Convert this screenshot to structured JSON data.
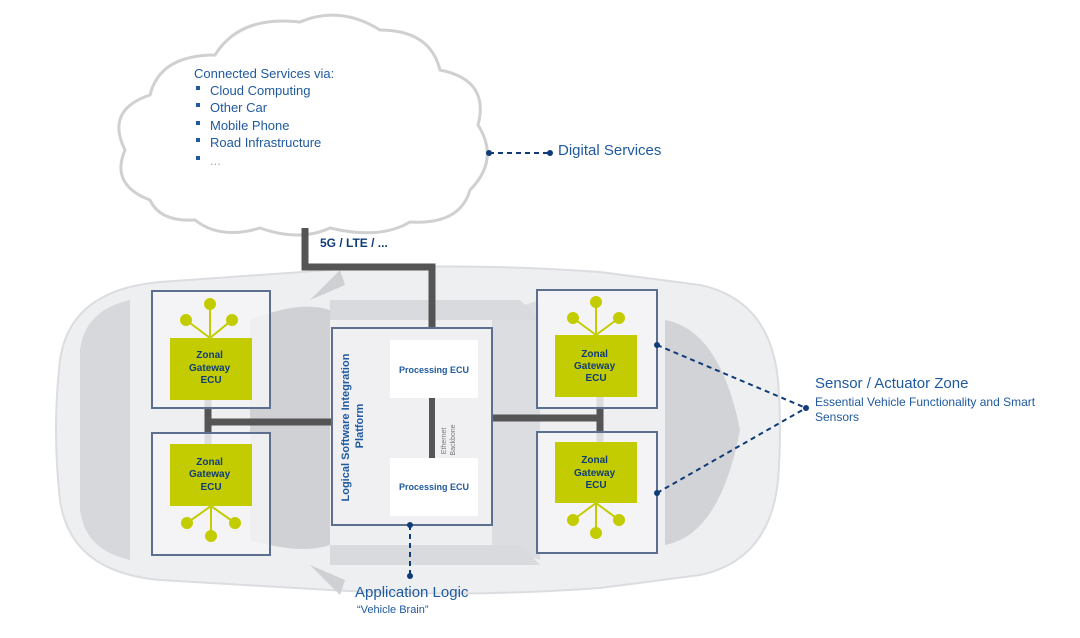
{
  "cloud": {
    "heading": "Connected Services via:",
    "items": [
      "Cloud Computing",
      "Other Car",
      "Mobile Phone",
      "Road Infrastructure",
      "..."
    ]
  },
  "digital_services": "Digital Services",
  "connectivity": "5G / LTE / ...",
  "zones": {
    "front_left": {
      "line1": "Zonal",
      "line2": "Gateway",
      "line3": "ECU"
    },
    "rear_left": {
      "line1": "Zonal",
      "line2": "Gateway",
      "line3": "ECU"
    },
    "front_right": {
      "line1": "Zonal",
      "line2": "Gateway",
      "line3": "ECU"
    },
    "rear_right": {
      "line1": "Zonal",
      "line2": "Gateway",
      "line3": "ECU"
    }
  },
  "platform": {
    "title_line1": "Logical Software Integration",
    "title_line2": "Platform",
    "ecu_top": "Processing ECU",
    "ecu_bottom": "Processing ECU",
    "backbone_line1": "Ethernet",
    "backbone_line2": "Backbone"
  },
  "application_logic": {
    "title": "Application Logic",
    "subtitle": "“Vehicle Brain”"
  },
  "sensor_zone": {
    "title": "Sensor / Actuator Zone",
    "desc_line1": "Essential Vehicle Functionality and Smart",
    "desc_line2": "Sensors"
  },
  "colors": {
    "accent_green": "#c3cc00",
    "text_blue": "#1f5aa0",
    "line_gray": "#555555",
    "box_border": "#5c6f8f"
  }
}
